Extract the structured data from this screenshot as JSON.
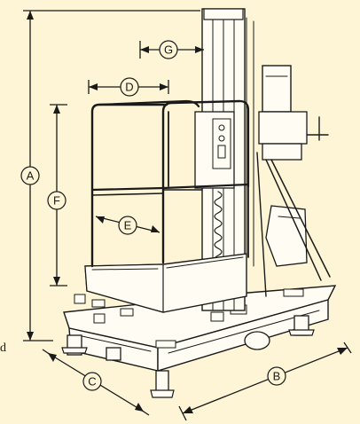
{
  "diagram": {
    "dimension_markers": [
      "A",
      "B",
      "C",
      "D",
      "E",
      "F",
      "G"
    ],
    "edge_fragment": "d"
  },
  "colors": {
    "background": "#fdf5d6",
    "ink": "#1a1a1a",
    "surface": "#fffdf3"
  }
}
